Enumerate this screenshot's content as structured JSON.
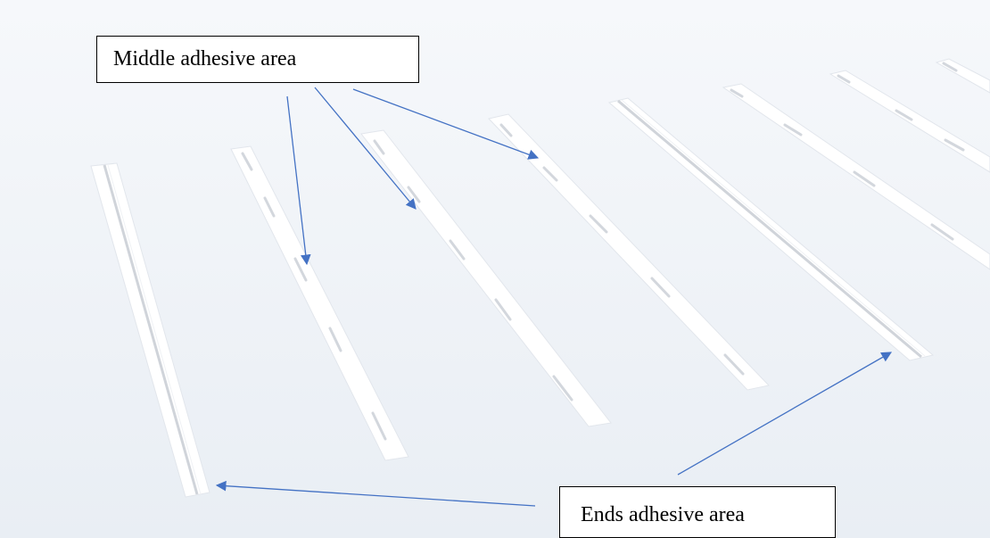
{
  "labels": {
    "middle": "Middle adhesive area",
    "ends": "Ends adhesive area"
  },
  "colors": {
    "background": "#f1f4f8",
    "strip": "#ffffff",
    "adhesive": "#d8dbe0",
    "arrow": "#4472c4",
    "callout_border": "#000000"
  },
  "strips": [
    {
      "id": "strip-1",
      "pattern": "continuous-ends"
    },
    {
      "id": "strip-2",
      "pattern": "segmented-middle"
    },
    {
      "id": "strip-3",
      "pattern": "segmented-middle"
    },
    {
      "id": "strip-4",
      "pattern": "segmented-middle"
    },
    {
      "id": "strip-5",
      "pattern": "continuous-ends"
    },
    {
      "id": "strip-6",
      "pattern": "segmented-middle"
    },
    {
      "id": "strip-7",
      "pattern": "segmented-middle"
    },
    {
      "id": "strip-8",
      "pattern": "segmented-middle"
    }
  ]
}
